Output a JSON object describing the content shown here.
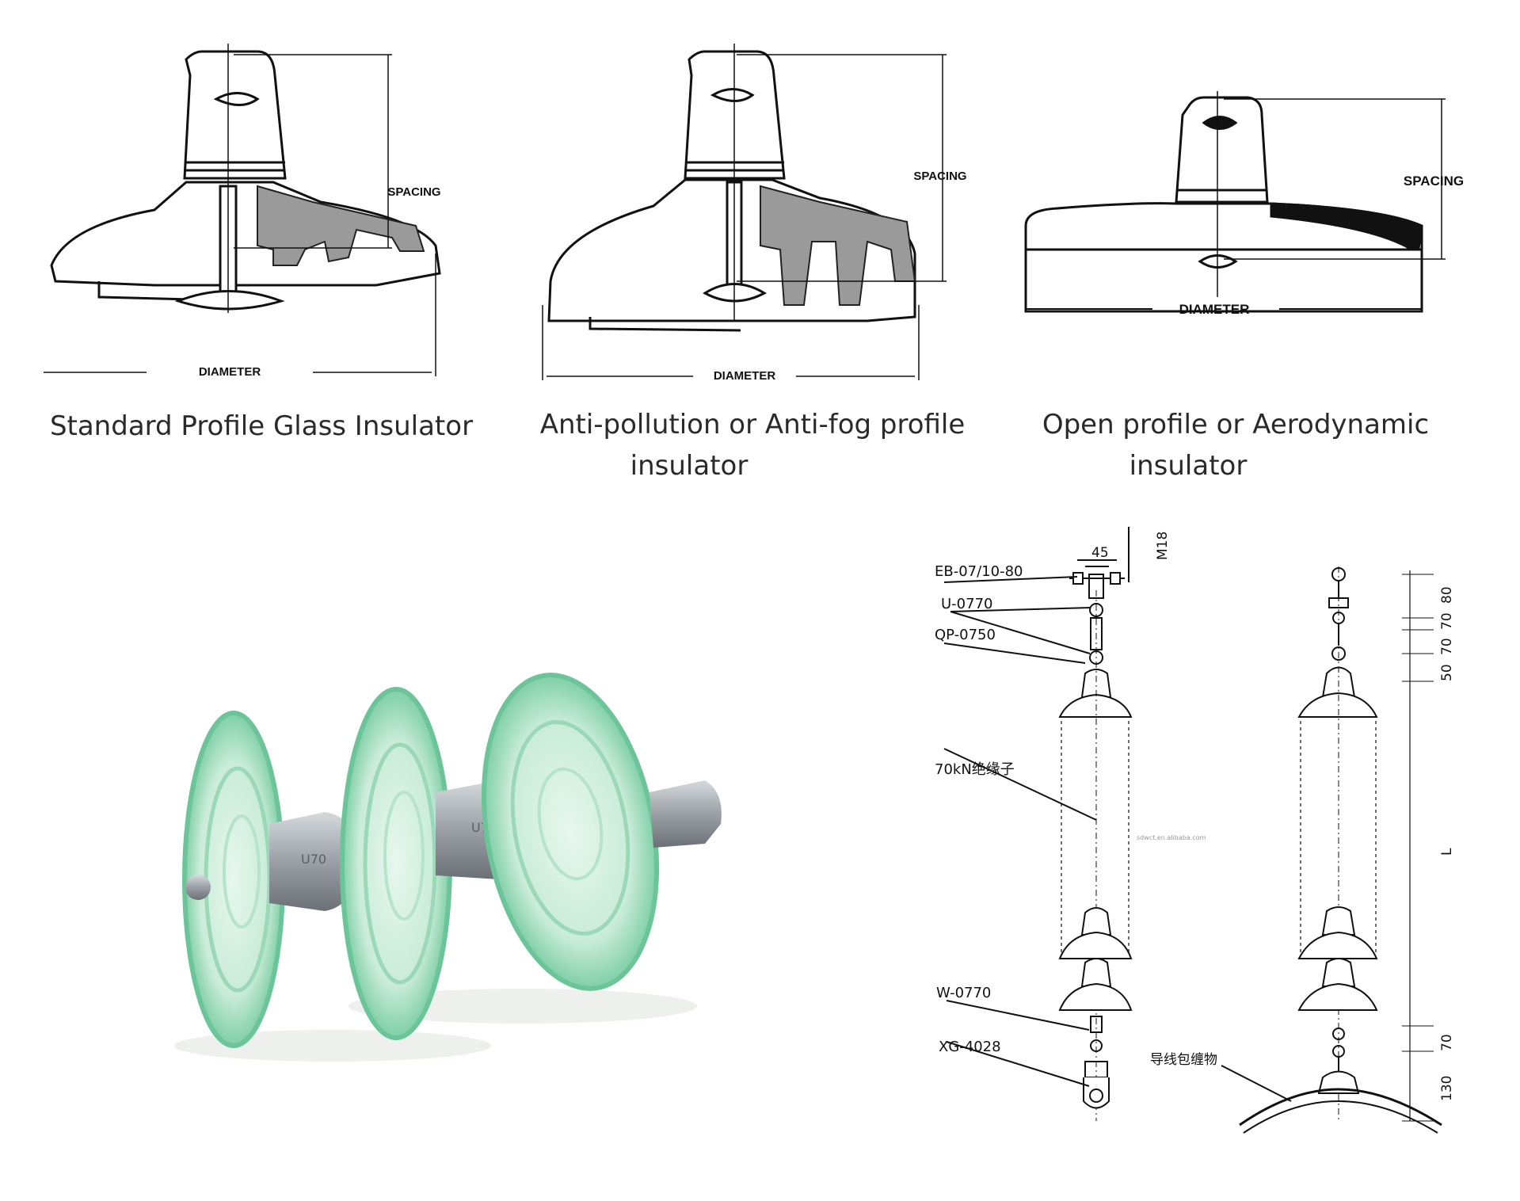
{
  "insulator_types": [
    {
      "caption_lines": [
        "Standard Profile Glass Insulator"
      ],
      "spacing_label": "SPACING",
      "diameter_label": "DIAMETER"
    },
    {
      "caption_lines": [
        "Anti-pollution or Anti-fog profile",
        "insulator"
      ],
      "spacing_label": "SPACING",
      "diameter_label": "DIAMETER"
    },
    {
      "caption_lines": [
        "Open profile or Aerodynamic",
        "insulator"
      ],
      "spacing_label": "SPACING",
      "diameter_label": "DIAMETER"
    }
  ],
  "photo": {
    "cap_marks": [
      "U70",
      "U70"
    ]
  },
  "assembly_drawing": {
    "part_labels": {
      "eb": "EB-07/10-80",
      "u": "U-0770",
      "qp": "QP-0750",
      "insulator": "70kN绝缘子",
      "w": "W-0770",
      "xg": "XG-4028",
      "conductor_wrap": "导线包缠物"
    },
    "dimensions": {
      "width_top": "45",
      "bolt": "M18",
      "d1": "80",
      "d2": "70",
      "d3": "70",
      "d4": "50",
      "length": "L",
      "d5": "70",
      "d6": "130"
    },
    "watermark": "sdwct.en.alibaba.com"
  }
}
